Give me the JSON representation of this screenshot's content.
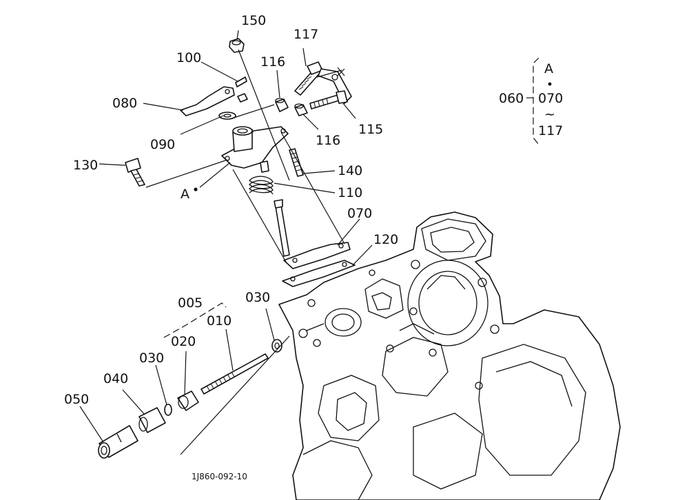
{
  "callouts": {
    "p150": "150",
    "p100": "100",
    "p116a": "116",
    "p117": "117",
    "p080": "080",
    "p090": "090",
    "p116b": "116",
    "p115": "115",
    "p130": "130",
    "p140": "140",
    "pA": "A",
    "p110": "110",
    "p070": "070",
    "p120": "120",
    "p005": "005",
    "p010": "010",
    "p030a": "030",
    "p020": "020",
    "p030b": "030",
    "p040": "040",
    "p050": "050"
  },
  "legend": {
    "ref": "060",
    "top": "A",
    "mid": "070",
    "tilde": "~",
    "bottom": "117"
  },
  "caption": "1J860-092-10"
}
